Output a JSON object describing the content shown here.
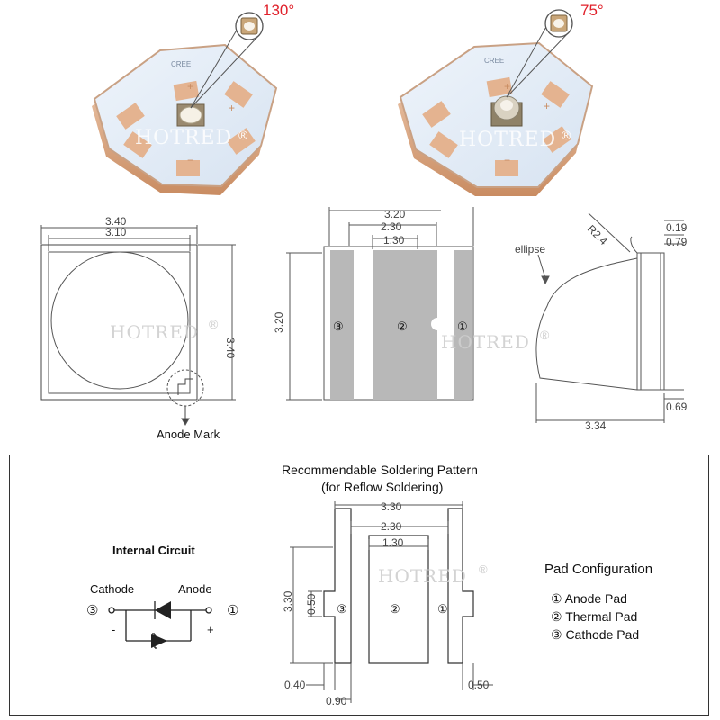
{
  "photos": {
    "left_angle": "130°",
    "right_angle": "75°",
    "brand_left": "HOTRED",
    "brand_right": "HOTRED",
    "board_marking": "CREE"
  },
  "top_view": {
    "outer_width": "3.40",
    "inner_width": "3.10",
    "height": "3.40",
    "anode_mark": "Anode Mark"
  },
  "bottom_view": {
    "width": "3.20",
    "pad_span": "2.30",
    "center_width": "1.30",
    "height": "3.20",
    "pad_labels": [
      "③",
      "②",
      "①"
    ]
  },
  "side_view": {
    "radius": "R2.4",
    "t1": "0.19",
    "t2": "0.79",
    "t3": "0.69",
    "length": "3.34",
    "ellipse": "ellipse"
  },
  "watermark": "HOTRED",
  "registered": "®",
  "soldering": {
    "title_line1": "Recommendable Soldering Pattern",
    "title_line2": "(for Reflow Soldering)",
    "width_outer": "3.30",
    "width_mid": "2.30",
    "width_inner": "1.30",
    "height": "3.30",
    "pad_height": "0.50",
    "gap_left": "0.40",
    "offset": "0.90",
    "gap_right": "0.50",
    "pad_labels": [
      "③",
      "②",
      "①"
    ]
  },
  "circuit": {
    "title": "Internal Circuit",
    "cathode": "Cathode",
    "anode": "Anode",
    "cathode_num": "③",
    "anode_num": "①",
    "minus": "-",
    "plus": "+"
  },
  "pad_config": {
    "title": "Pad Configuration",
    "items": [
      "① Anode Pad",
      "② Thermal Pad",
      "③ Cathode Pad"
    ]
  }
}
